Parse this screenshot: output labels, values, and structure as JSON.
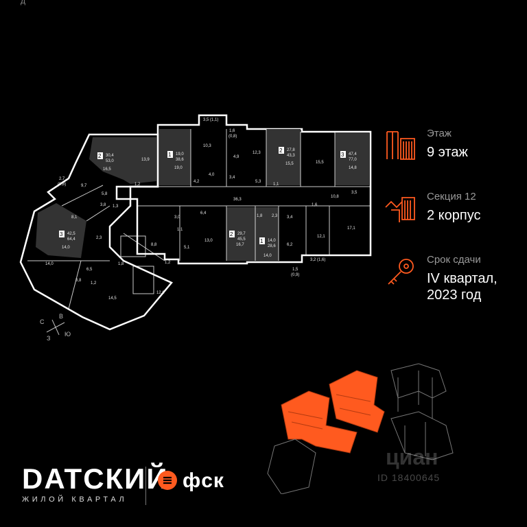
{
  "top_fragment": "д",
  "info": {
    "floor_label": "Этаж",
    "floor_value": "9 этаж",
    "section_label": "Секция 12",
    "section_value": "2 корпус",
    "deadline_label": "Срок сдачи",
    "deadline_value_1": "IV квартал,",
    "deadline_value_2": "2023 год"
  },
  "brand": {
    "title": "DATСКИЙ",
    "subtitle": "ЖИЛОЙ КВАРТАЛ",
    "developer": "фск"
  },
  "compass": {
    "north": "С",
    "east": "В",
    "south": "Ю",
    "west": "З"
  },
  "watermark": {
    "brand": "циан",
    "id": "ID 18400645"
  },
  "colors": {
    "accent": "#ff5a1f",
    "background": "#000000",
    "apartment_fill": "#333333"
  },
  "apartments": [
    {
      "rooms": "2",
      "living": "30,4",
      "total": "53,0"
    },
    {
      "rooms": "1",
      "living": "19,0",
      "total": "38,6"
    },
    {
      "rooms": "2",
      "living": "27,8",
      "total": "43,3"
    },
    {
      "rooms": "3",
      "living": "47,4",
      "total": "77,0"
    },
    {
      "rooms": "3",
      "living": "42,5",
      "total": "64,4"
    },
    {
      "rooms": "2",
      "living": "29,7",
      "total": "45,5"
    },
    {
      "rooms": "1",
      "living": "14,0",
      "total": "28,6"
    }
  ],
  "room_areas": {
    "r1": "3,5 (1,1)",
    "r2": "1,6",
    "r3": "(0,8)",
    "r4": "10,3",
    "r5": "13,9",
    "r6": "16,5",
    "r7": "19,0",
    "r8": "4,9",
    "r9": "12,3",
    "r10": "15,5",
    "r11": "15,5",
    "r12": "14,8",
    "r13": "2,7",
    "r14": "(0,8)",
    "r15": "9,7",
    "r16": "1,2",
    "r17": "5,8",
    "r18": "4,2",
    "r19": "4,0",
    "r20": "3,4",
    "r21": "5,3",
    "r22": "1,1",
    "r23": "10,8",
    "r24": "3,5",
    "r25": "3,8",
    "r26": "1,3",
    "r27": "36,3",
    "r28": "8,1",
    "r29": "3,0",
    "r30": "6,4",
    "r31": "1,8",
    "r32": "2,3",
    "r33": "3,4",
    "r34": "1,6",
    "r35": "2,3",
    "r36": "1,1",
    "r37": "17,1",
    "r38": "14,0",
    "r39": "8,8",
    "r40": "5,1",
    "r41": "13,0",
    "r42": "16,7",
    "r43": "6,2",
    "r44": "12,1",
    "r45": "14,0",
    "r46": "1,8",
    "r47": "1,2",
    "r48": "14,0",
    "r49": "6,5",
    "r50": "3,8",
    "r51": "1,2",
    "r52": "12,6",
    "r53": "14,5",
    "r54": "1,5",
    "r55": "(0,9)",
    "r56": "3,2 (1,6)"
  }
}
